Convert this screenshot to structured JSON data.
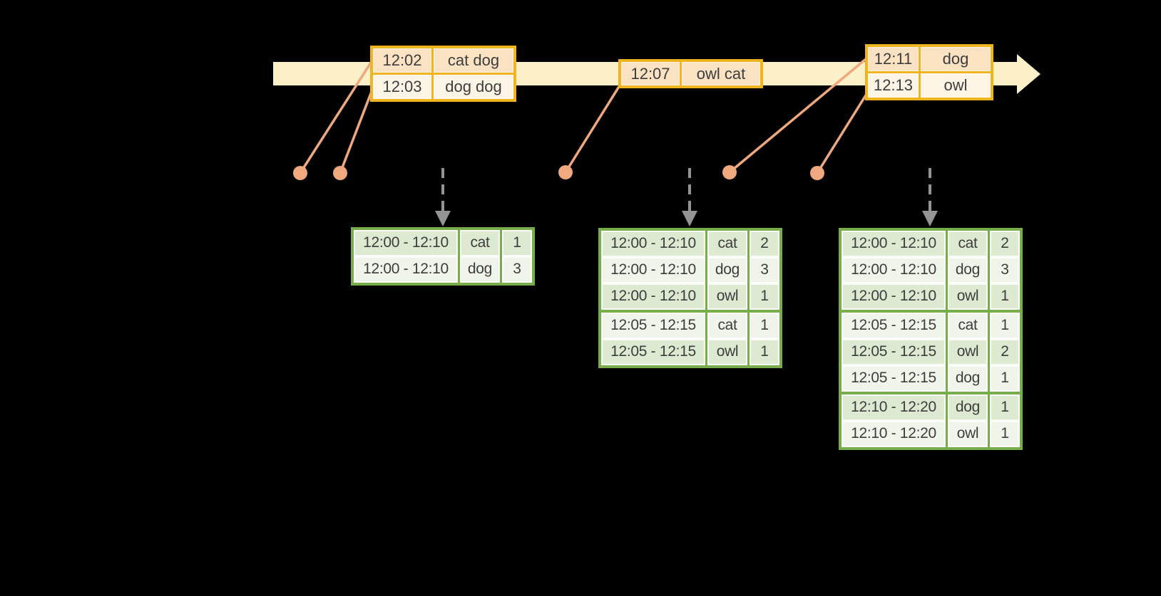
{
  "colors": {
    "background": "#000000",
    "timeline_band": "#fbf0c8",
    "event_border_gold": "#f0b41e",
    "event_row_peach": "#fae2c2",
    "event_row_cream": "#fcf4e5",
    "connector_orange": "#f0a87e",
    "trigger_arrow_gray": "#949494",
    "table_border_green": "#77ad4b",
    "table_row_dark": "#dee9d2",
    "table_row_light": "#f0f5eb",
    "text": "#3d3d3d"
  },
  "timeline": {
    "events": [
      {
        "rows": [
          {
            "time": "12:02",
            "words": "cat dog"
          },
          {
            "time": "12:03",
            "words": "dog dog"
          }
        ]
      },
      {
        "rows": [
          {
            "time": "12:07",
            "words": "owl cat"
          }
        ]
      },
      {
        "rows": [
          {
            "time": "12:11",
            "words": "dog"
          },
          {
            "time": "12:13",
            "words": "owl"
          }
        ]
      }
    ]
  },
  "result_tables": [
    {
      "groups": [
        {
          "rows": [
            {
              "window": "12:00 - 12:10",
              "word": "cat",
              "count": "1"
            },
            {
              "window": "12:00 - 12:10",
              "word": "dog",
              "count": "3"
            }
          ]
        }
      ]
    },
    {
      "groups": [
        {
          "rows": [
            {
              "window": "12:00 - 12:10",
              "word": "cat",
              "count": "2"
            },
            {
              "window": "12:00 - 12:10",
              "word": "dog",
              "count": "3"
            },
            {
              "window": "12:00 - 12:10",
              "word": "owl",
              "count": "1"
            }
          ]
        },
        {
          "rows": [
            {
              "window": "12:05 - 12:15",
              "word": "cat",
              "count": "1"
            },
            {
              "window": "12:05 - 12:15",
              "word": "owl",
              "count": "1"
            }
          ]
        }
      ]
    },
    {
      "groups": [
        {
          "rows": [
            {
              "window": "12:00 - 12:10",
              "word": "cat",
              "count": "2"
            },
            {
              "window": "12:00 - 12:10",
              "word": "dog",
              "count": "3"
            },
            {
              "window": "12:00 - 12:10",
              "word": "owl",
              "count": "1"
            }
          ]
        },
        {
          "rows": [
            {
              "window": "12:05 - 12:15",
              "word": "cat",
              "count": "1"
            },
            {
              "window": "12:05 - 12:15",
              "word": "owl",
              "count": "2"
            },
            {
              "window": "12:05 - 12:15",
              "word": "dog",
              "count": "1"
            }
          ]
        },
        {
          "rows": [
            {
              "window": "12:10 - 12:20",
              "word": "dog",
              "count": "1"
            },
            {
              "window": "12:10 - 12:20",
              "word": "owl",
              "count": "1"
            }
          ]
        }
      ]
    }
  ]
}
